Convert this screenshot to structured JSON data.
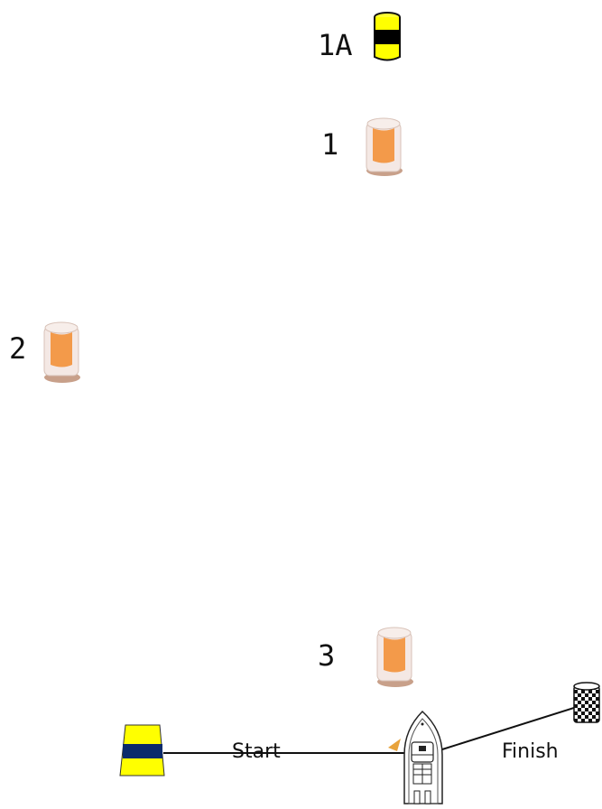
{
  "marks": {
    "mark_1a": {
      "label": "1A",
      "icon": "yellow-black-band-buoy",
      "color": "#ffff00",
      "band_color": "#000000"
    },
    "mark_1": {
      "label": "1",
      "icon": "orange-cylinder-buoy",
      "color": "#f39a4a"
    },
    "mark_2": {
      "label": "2",
      "icon": "orange-cylinder-buoy",
      "color": "#f39a4a"
    },
    "mark_3": {
      "label": "3",
      "icon": "orange-cylinder-buoy",
      "color": "#f39a4a"
    }
  },
  "start_line": {
    "label": "Start",
    "pin_icon": "yellow-blue-band-start-buoy",
    "pin_color": "#ffff00",
    "band_color": "#0b2a6b"
  },
  "finish_line": {
    "label": "Finish",
    "pin_icon": "checkered-finish-buoy"
  },
  "committee_boat": {
    "icon": "committee-boat-icon",
    "flag_color": "#e8a33c"
  }
}
